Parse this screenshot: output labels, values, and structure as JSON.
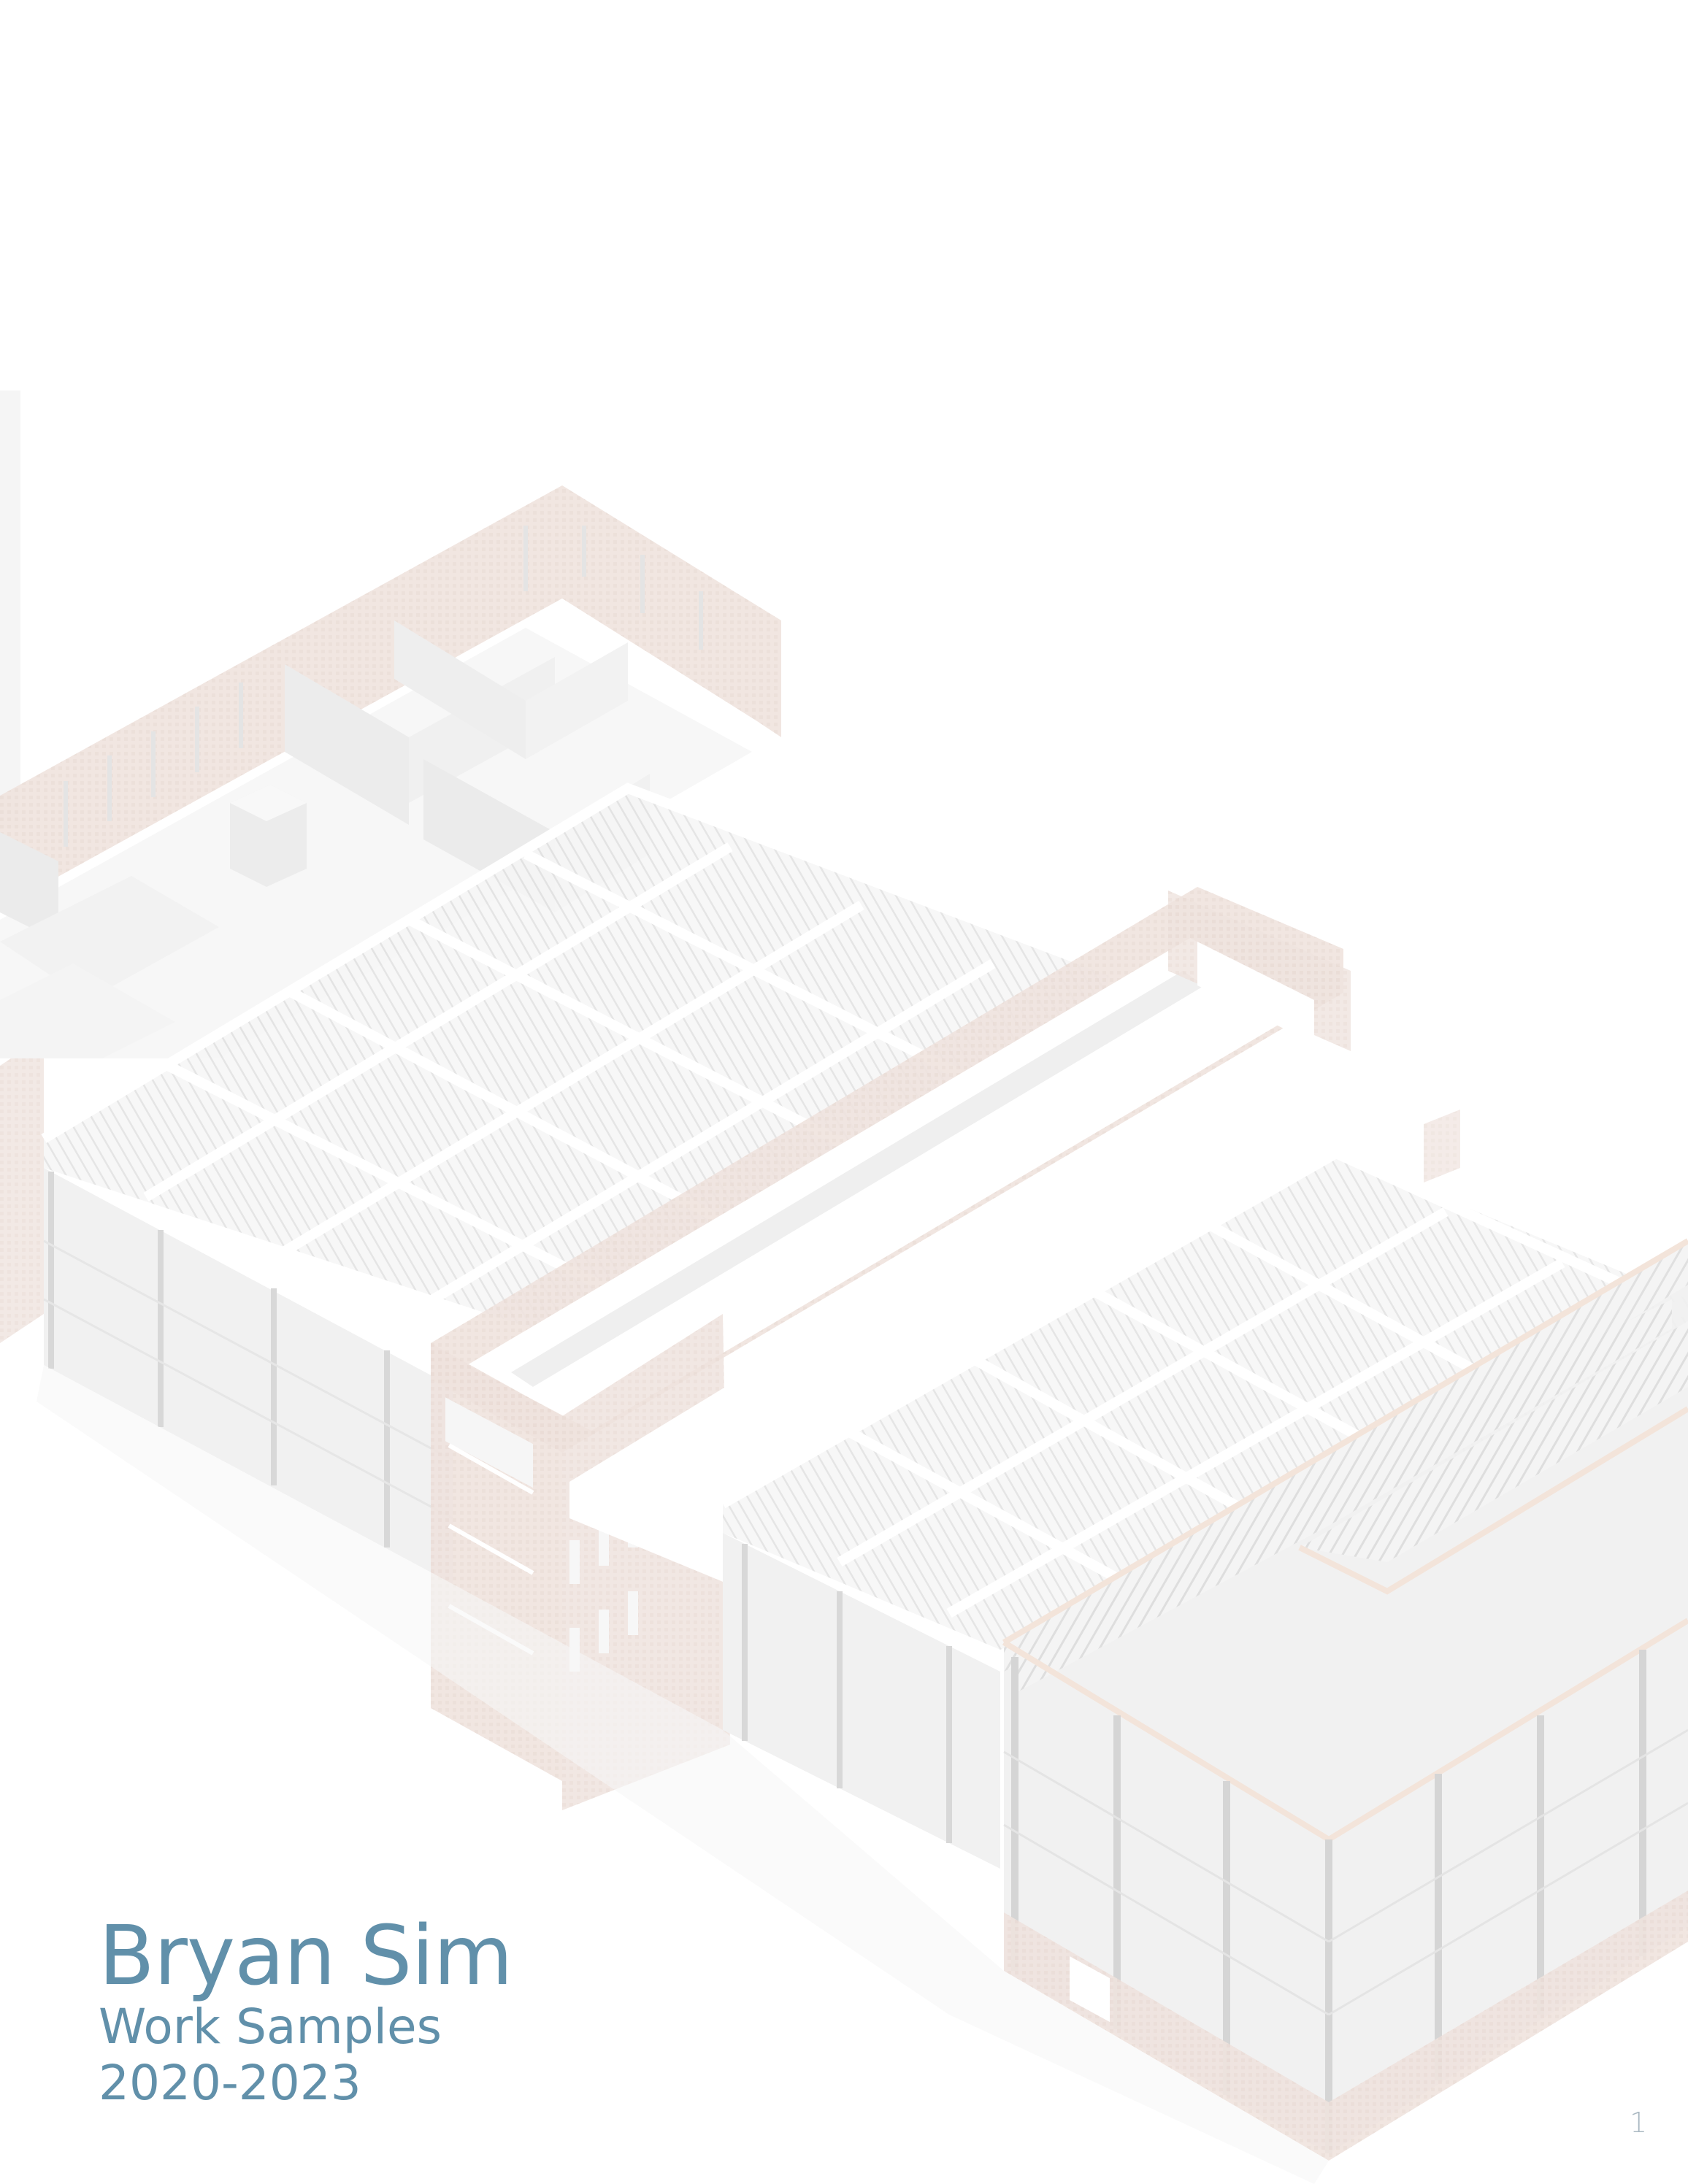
{
  "cover": {
    "name": "Bryan Sim",
    "subtitle": "Work Samples",
    "years": "2020-2023"
  },
  "page_number": "1",
  "artwork": {
    "description": "faded isometric architectural axonometric drawing of a brick and glass building complex with timber roof structure",
    "colors": {
      "brick": "#eadcd6",
      "glass": "#eeeeee",
      "frame": "#ffffff",
      "mullion": "#d6d6d6",
      "timber_line": "#e2e2e2"
    }
  },
  "colors": {
    "title_text": "#6190aa",
    "page_number": "#aab8c2",
    "background": "#ffffff"
  }
}
